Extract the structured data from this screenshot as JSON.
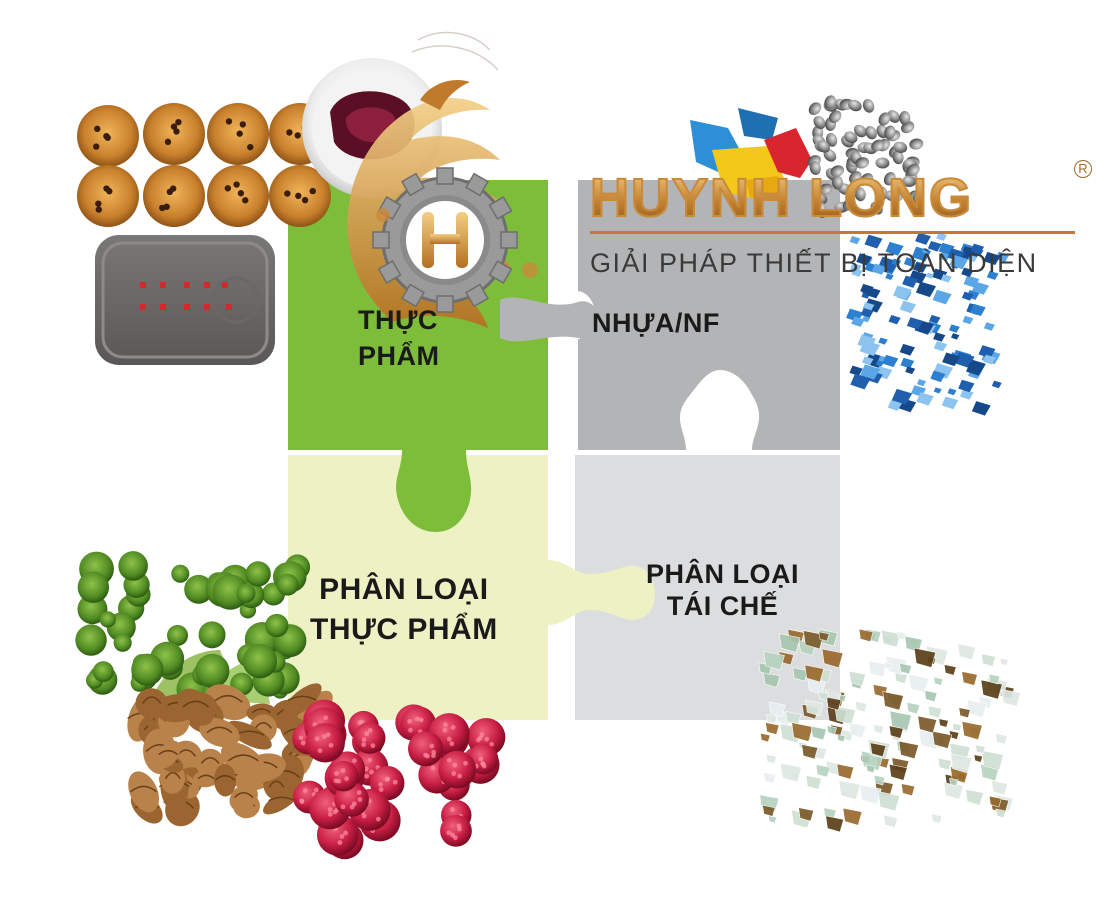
{
  "brand": {
    "name": "HUYNH LONG",
    "registered_mark": "R",
    "tagline": "GIẢI PHÁP THIẾT BỊ TOÀN DIỆN",
    "colors": {
      "gold": "#c98a3a",
      "gear": "#9a9a9a"
    }
  },
  "puzzle": {
    "pieces": [
      {
        "id": "food",
        "lines": [
          "THỰC",
          "PHẨM"
        ],
        "color": "#7dbd3a"
      },
      {
        "id": "plastic",
        "lines": [
          "NHỰA/NF"
        ],
        "color": "#b3b4b6"
      },
      {
        "id": "sort-food",
        "lines": [
          "PHÂN LOẠI",
          "THỰC PHẨM"
        ],
        "color": "#eef1c4"
      },
      {
        "id": "sort-recycle",
        "lines": [
          "PHÂN LOẠI",
          "TÁI CHẾ"
        ],
        "color": "#dcdddf"
      }
    ]
  },
  "icons": {
    "logo": "phoenix-gear-logo",
    "muffins": "muffins-image",
    "tray": "sorting-tray-image",
    "cup": "yogurt-cup-image",
    "plastic_parts": "plastic-parts-image",
    "pellets": "gray-pellets-image",
    "blue_flakes": "blue-flakes-image",
    "broccoli": "broccoli-image",
    "walnuts": "walnuts-image",
    "raspberries": "raspberries-image",
    "glass": "glass-cullet-image"
  }
}
